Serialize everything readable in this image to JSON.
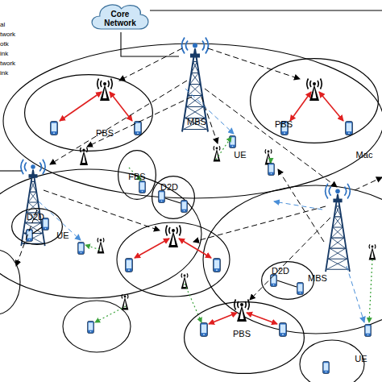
{
  "diagram": {
    "nodes": [
      {
        "text": [
          "Core Network"
        ]
      },
      {
        "text": [
          "PBS"
        ]
      },
      {
        "text": [
          "PBS"
        ]
      },
      {
        "text": [
          "FBS"
        ]
      },
      {
        "text": [
          "D2D"
        ]
      },
      {
        "text": [
          "D2D"
        ]
      },
      {
        "text": [
          "D2D"
        ]
      },
      {
        "text": [
          "PBS"
        ]
      }
    ],
    "labels": [
      "MBS",
      "UE",
      "Mac",
      "UE",
      "MBS",
      "UE"
    ],
    "legend": [
      {
        "text": "al"
      },
      {
        "text": "twork"
      },
      {
        "text": "otk"
      },
      {
        "text": "ink"
      },
      {
        "text": "twork"
      },
      {
        "text": "ink"
      }
    ]
  }
}
